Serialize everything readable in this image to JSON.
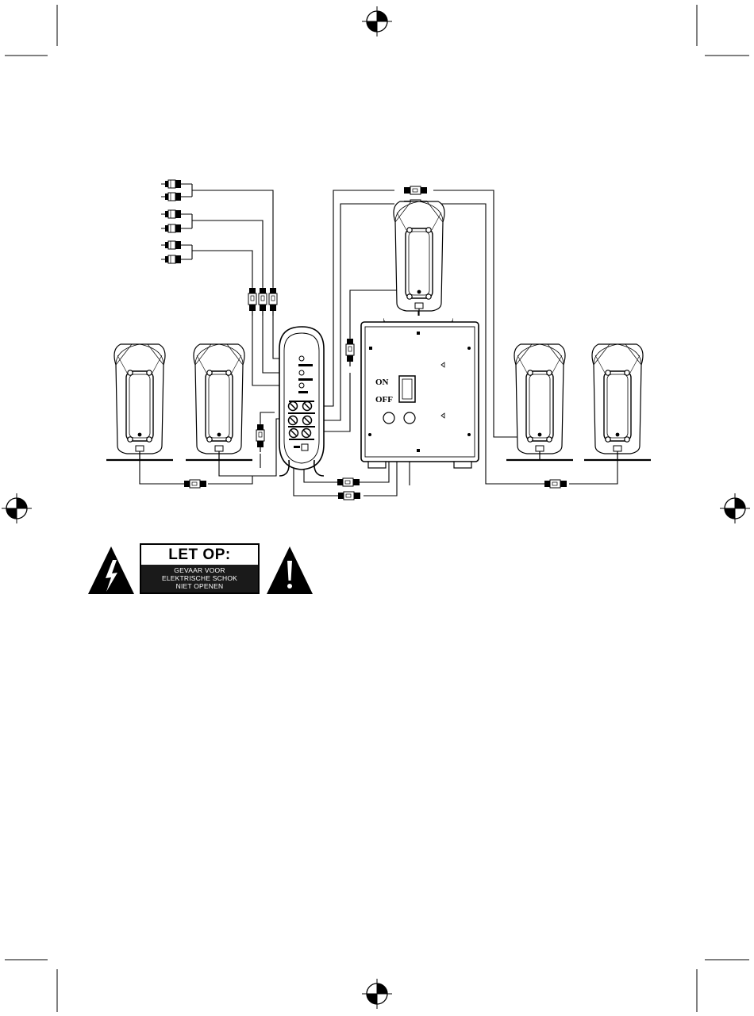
{
  "subwoofer": {
    "on_label": "ON",
    "off_label": "OFF"
  },
  "warning": {
    "title": "LET OP:",
    "lines": [
      "GEVAAR VOOR",
      "ELEKTRISCHE SCHOK",
      "NIET OPENEN"
    ]
  },
  "icons": [
    "registration-mark-icon",
    "lightning-warning-icon",
    "exclamation-warning-icon"
  ]
}
